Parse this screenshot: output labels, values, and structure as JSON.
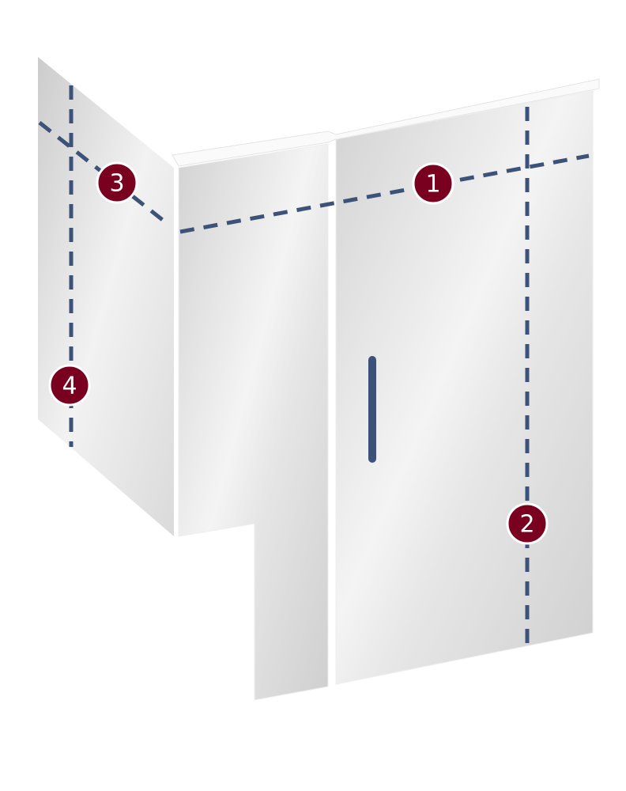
{
  "diagram": {
    "markers": [
      {
        "id": "1",
        "label": "1"
      },
      {
        "id": "2",
        "label": "2"
      },
      {
        "id": "3",
        "label": "3"
      },
      {
        "id": "4",
        "label": "4"
      }
    ],
    "colors": {
      "marker": "#7a0020",
      "dash": "#3d5278",
      "handle": "#3d5278"
    }
  }
}
